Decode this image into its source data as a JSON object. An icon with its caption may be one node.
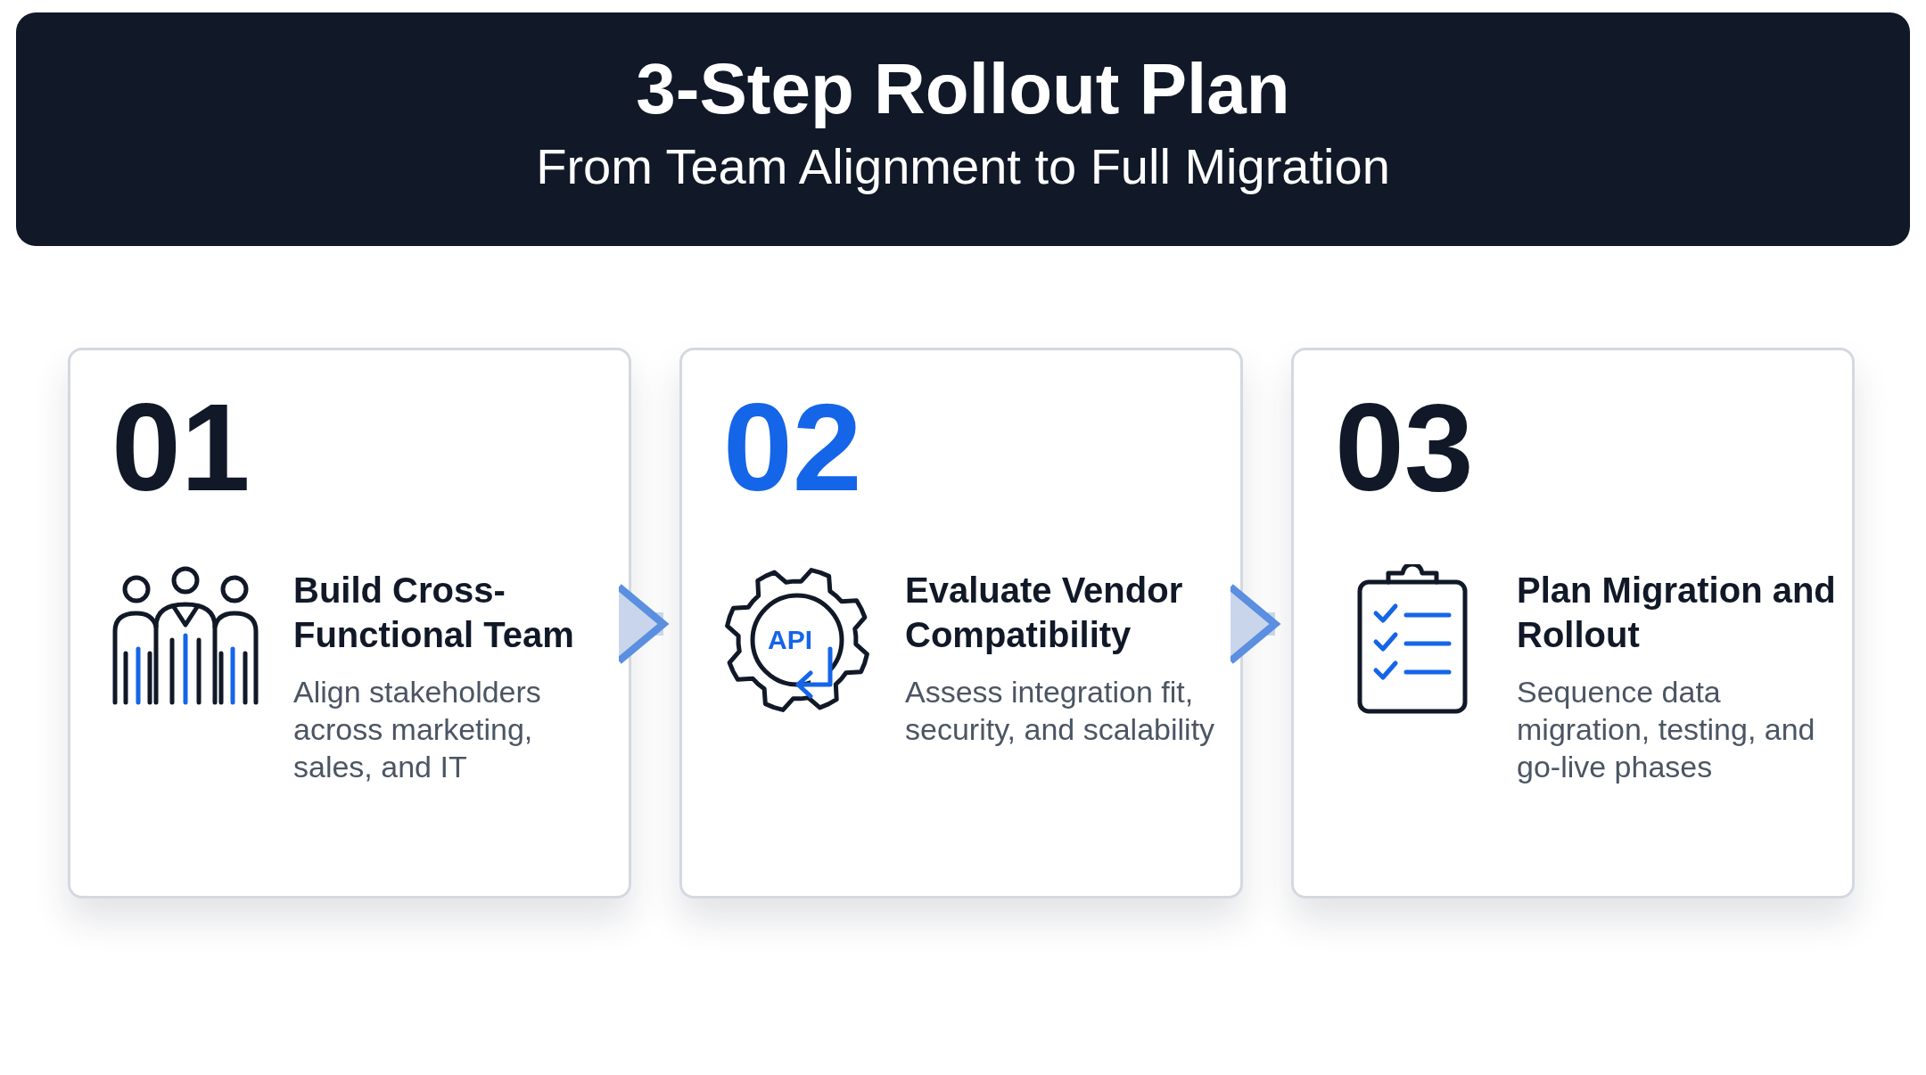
{
  "diagram": {
    "title": "3-Step Rollout Plan",
    "nodes": [
      {
        "text": [
          "01",
          "Build Cross-Functional Team",
          "Align stakeholders across marketing, sales, and IT"
        ]
      },
      {
        "text": [
          "02",
          "Evaluate Vendor Compatibility",
          "Assess integration fit, security, and scalability"
        ]
      },
      {
        "text": [
          "03",
          "Plan Migration and Rollout",
          "Sequence data migration, testing, and go-live phases"
        ]
      }
    ],
    "edges": [
      {
        "from": 0,
        "to": 1,
        "arrow": "to"
      },
      {
        "from": 1,
        "to": 2,
        "arrow": "to"
      }
    ],
    "labels": [
      "From Team Alignment to Full Migration",
      "API"
    ]
  }
}
